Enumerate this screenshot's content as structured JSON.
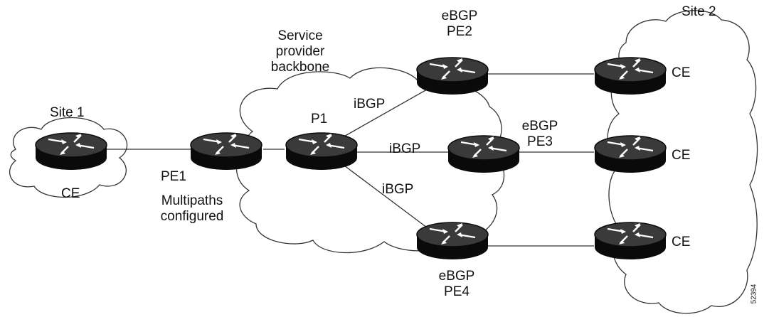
{
  "diagram": {
    "site1_label": "Site 1",
    "site2_label": "Site 2",
    "backbone_label": "Service provider backbone",
    "backbone_lines": [
      "Service",
      "provider",
      "backbone"
    ],
    "nodes": {
      "ce_site1": "CE",
      "pe1": "PE1",
      "pe1_note_lines": [
        "Multipaths",
        "configured"
      ],
      "p1": "P1",
      "pe2_lines": [
        "eBGP",
        "PE2"
      ],
      "pe3_lines": [
        "eBGP",
        "PE3"
      ],
      "pe4_lines": [
        "eBGP",
        "PE4"
      ],
      "ce_site2_top": "CE",
      "ce_site2_mid": "CE",
      "ce_site2_bot": "CE"
    },
    "links": {
      "p1_pe2": "iBGP",
      "p1_pe3": "iBGP",
      "p1_pe4": "iBGP"
    },
    "figure_id": "52394"
  }
}
